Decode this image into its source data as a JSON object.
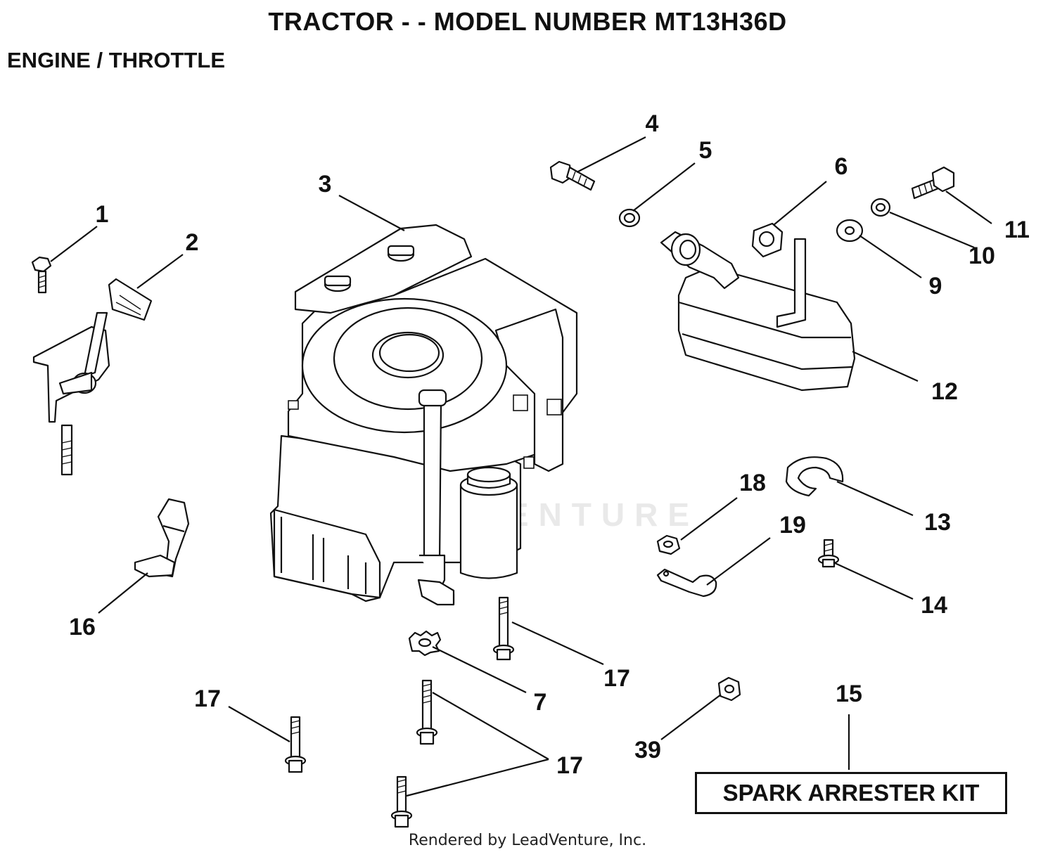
{
  "title": "TRACTOR - - MODEL NUMBER MT13H36D",
  "section": "ENGINE / THROTTLE",
  "watermark": "LEADVENTURE",
  "kit_label": "SPARK ARRESTER KIT",
  "footer": "Rendered by LeadVenture, Inc.",
  "callouts": [
    "1",
    "2",
    "3",
    "4",
    "5",
    "6",
    "7",
    "9",
    "10",
    "11",
    "12",
    "13",
    "14",
    "15",
    "16",
    "17",
    "17",
    "17",
    "17",
    "18",
    "19",
    "39"
  ]
}
